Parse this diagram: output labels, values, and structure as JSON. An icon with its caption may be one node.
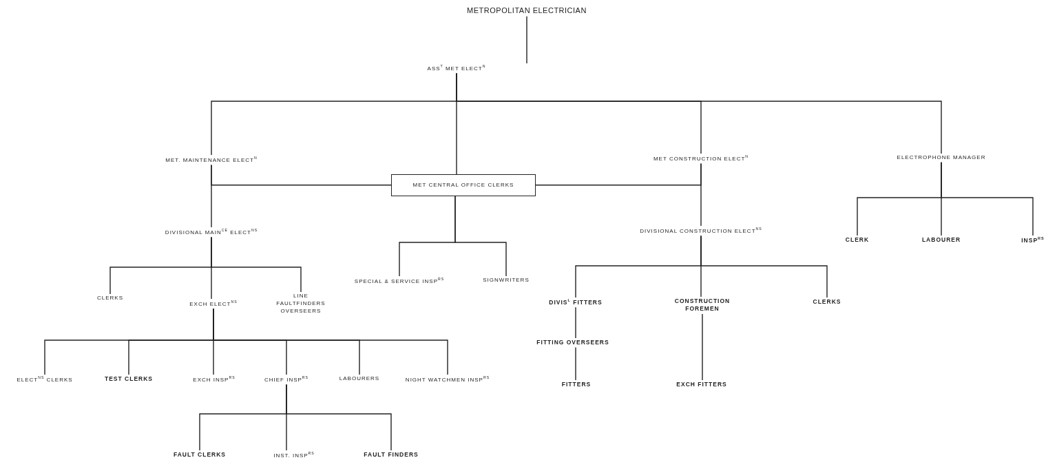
{
  "diagram": {
    "nodes": [
      {
        "text": [
          "METROPOLITAN ELECTRICIAN"
        ]
      },
      {
        "text": [
          "ASS$^{T}$ MET ELECT$^{N}$"
        ]
      },
      {
        "text": [
          "MET. MAINTENANCE ELECT$^{N}$"
        ]
      },
      {
        "text": [
          "MET CENTRAL OFFICE CLERKS"
        ]
      },
      {
        "text": [
          "MET CONSTRUCTION ELECT$^{N}$"
        ]
      },
      {
        "text": [
          "ELECTROPHONE MANAGER"
        ]
      },
      {
        "text": [
          "DIVISIONAL MAIN$^{CE}$ ELECT$^{NS}$"
        ]
      },
      {
        "text": [
          "SPECIAL & SERVICE INSP$^{RS}$"
        ]
      },
      {
        "text": [
          "SIGNWRITERS"
        ]
      },
      {
        "text": [
          "DIVISIONAL CONSTRUCTION ELECT$^{NS}$"
        ]
      },
      {
        "text": [
          "CLERK"
        ]
      },
      {
        "text": [
          "LABOURER"
        ]
      },
      {
        "text": [
          "INSP$^{RS}$"
        ]
      },
      {
        "text": [
          "CLERKS"
        ]
      },
      {
        "text": [
          "EXCH ELECT$^{NS}$"
        ]
      },
      {
        "text": [
          "LINE FAULTFINDERS OVERSEERS"
        ]
      },
      {
        "text": [
          "DIVIS$^{L}$ FITTERS"
        ]
      },
      {
        "text": [
          "CONSTRUCTION FOREMEN"
        ]
      },
      {
        "text": [
          "CLERKS"
        ]
      },
      {
        "text": [
          "ELECT$^{NS}$ CLERKS"
        ]
      },
      {
        "text": [
          "TEST CLERKS"
        ]
      },
      {
        "text": [
          "EXCH INSP$^{RS}$"
        ]
      },
      {
        "text": [
          "CHIEF INSP$^{RS}$"
        ]
      },
      {
        "text": [
          "LABOURERS"
        ]
      },
      {
        "text": [
          "NIGHT WATCHMEN INSP$^{RS}$"
        ]
      },
      {
        "text": [
          "FITTING OVERSEERS"
        ]
      },
      {
        "text": [
          "FITTERS"
        ]
      },
      {
        "text": [
          "EXCH FITTERS"
        ]
      },
      {
        "text": [
          "FAULT CLERKS"
        ]
      },
      {
        "text": [
          "INST. INSP$^{RS}$"
        ]
      },
      {
        "text": [
          "FAULT FINDERS"
        ]
      }
    ],
    "edges": [
      {
        "from": 0,
        "to": 1,
        "arrow": "none"
      },
      {
        "from": 1,
        "to": 2,
        "arrow": "none"
      },
      {
        "from": 1,
        "to": 3,
        "arrow": "none"
      },
      {
        "from": 1,
        "to": 4,
        "arrow": "none"
      },
      {
        "from": 1,
        "to": 5,
        "arrow": "none"
      },
      {
        "from": 2,
        "to": 3,
        "arrow": "none"
      },
      {
        "from": 4,
        "to": 3,
        "arrow": "none"
      },
      {
        "from": 2,
        "to": 6,
        "arrow": "none"
      },
      {
        "from": 3,
        "to": 7,
        "arrow": "none"
      },
      {
        "from": 3,
        "to": 8,
        "arrow": "none"
      },
      {
        "from": 4,
        "to": 9,
        "arrow": "none"
      },
      {
        "from": 5,
        "to": 10,
        "arrow": "none"
      },
      {
        "from": 5,
        "to": 11,
        "arrow": "none"
      },
      {
        "from": 5,
        "to": 12,
        "arrow": "none"
      },
      {
        "from": 6,
        "to": 13,
        "arrow": "none"
      },
      {
        "from": 6,
        "to": 14,
        "arrow": "none"
      },
      {
        "from": 6,
        "to": 15,
        "arrow": "none"
      },
      {
        "from": 9,
        "to": 16,
        "arrow": "none"
      },
      {
        "from": 9,
        "to": 17,
        "arrow": "none"
      },
      {
        "from": 9,
        "to": 18,
        "arrow": "none"
      },
      {
        "from": 14,
        "to": 19,
        "arrow": "none"
      },
      {
        "from": 14,
        "to": 20,
        "arrow": "none"
      },
      {
        "from": 14,
        "to": 21,
        "arrow": "none"
      },
      {
        "from": 14,
        "to": 22,
        "arrow": "none"
      },
      {
        "from": 14,
        "to": 23,
        "arrow": "none"
      },
      {
        "from": 14,
        "to": 24,
        "arrow": "none"
      },
      {
        "from": 16,
        "to": 25,
        "arrow": "none"
      },
      {
        "from": 25,
        "to": 26,
        "arrow": "none"
      },
      {
        "from": 17,
        "to": 27,
        "arrow": "none"
      },
      {
        "from": 22,
        "to": 28,
        "arrow": "none"
      },
      {
        "from": 22,
        "to": 29,
        "arrow": "none"
      },
      {
        "from": 22,
        "to": 30,
        "arrow": "none"
      }
    ]
  }
}
